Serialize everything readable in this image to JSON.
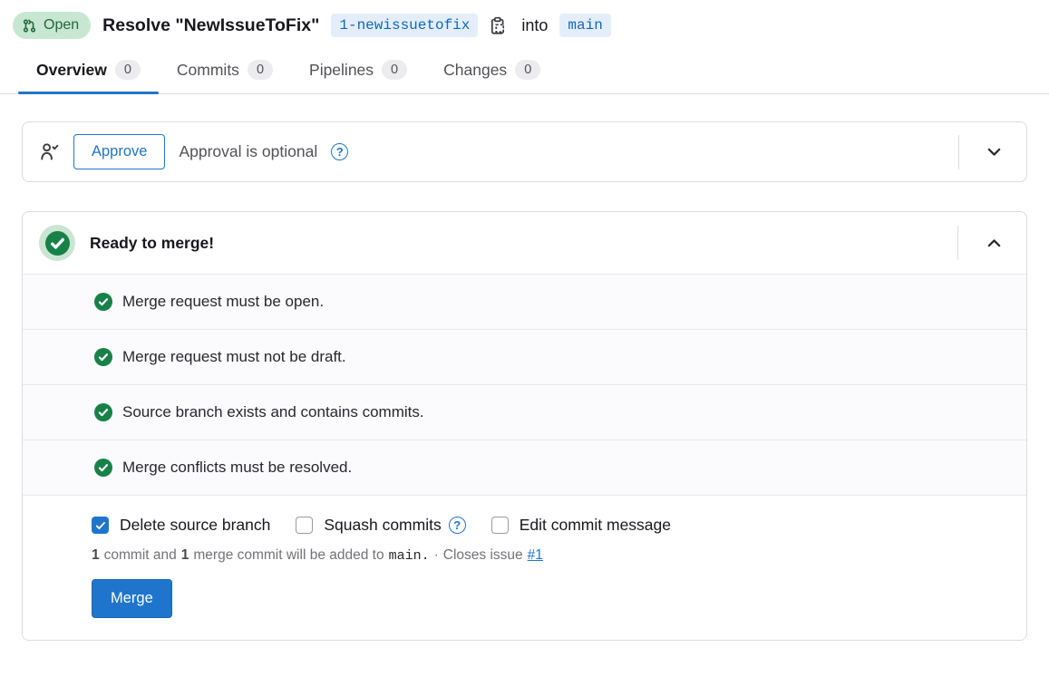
{
  "colors": {
    "accent_blue": "#1f75cb",
    "success_green": "#188148",
    "open_badge_bg": "#c7e7d2",
    "open_badge_text": "#24663b",
    "ref_badge_bg": "#e4eefb",
    "ref_badge_text": "#1068bf",
    "card_border": "#dcdcde",
    "row_bg": "#fbfafd",
    "muted_text": "#737278"
  },
  "header": {
    "status_badge": "Open",
    "title": "Resolve \"NewIssueToFix\"",
    "source_branch": "1-newissuetofix",
    "into_text": "into",
    "target_branch": "main"
  },
  "tabs": [
    {
      "label": "Overview",
      "count": "0"
    },
    {
      "label": "Commits",
      "count": "0"
    },
    {
      "label": "Pipelines",
      "count": "0"
    },
    {
      "label": "Changes",
      "count": "0"
    }
  ],
  "approval": {
    "approve_button": "Approve",
    "note": "Approval is optional"
  },
  "merge_widget": {
    "title": "Ready to merge!",
    "checks": [
      "Merge request must be open.",
      "Merge request must not be draft.",
      "Source branch exists and contains commits.",
      "Merge conflicts must be resolved."
    ],
    "options": [
      {
        "label": "Delete source branch",
        "checked": true
      },
      {
        "label": "Squash commits",
        "checked": false
      },
      {
        "label": "Edit commit message",
        "checked": false
      }
    ],
    "summary": {
      "commit_count": "1",
      "text_1": "commit and",
      "merge_commit_count": "1",
      "text_2": "merge commit will be added to",
      "target_branch": "main.",
      "separator": "·",
      "closes_text": "Closes issue",
      "issue_link": "#1"
    },
    "merge_button": "Merge"
  },
  "icons": {
    "merge-request-icon": "git merge-request glyph (green)",
    "copy-icon": "clipboard with dashed square",
    "user-check-icon": "person with checkmark",
    "question-circle-icon": "? in blue circle",
    "check-circle-icon": "white check in green circle",
    "chevron-down-icon": "v",
    "chevron-up-icon": "^"
  }
}
